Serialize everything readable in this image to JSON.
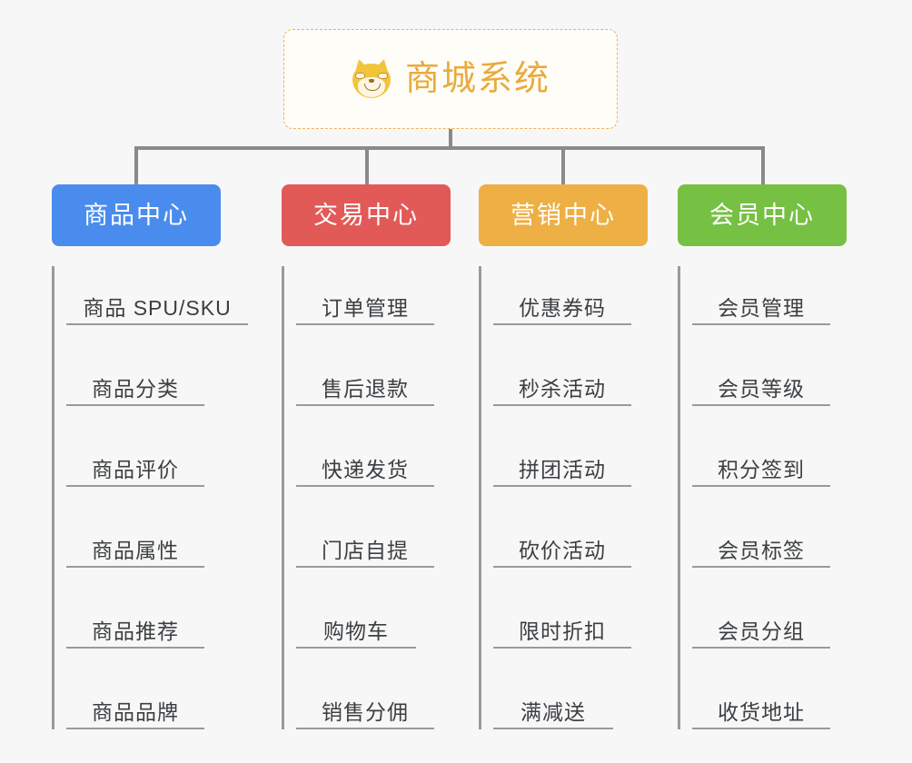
{
  "root": {
    "title": "商城系统",
    "icon": "shiba-dog-icon",
    "border_color": "#e9b35a",
    "text_color": "#e8ab3c",
    "background": "#fffdf8"
  },
  "canvas": {
    "background": "#f7f7f7",
    "connector_color": "#8a8a8a",
    "leaf_line_color": "#9a9a9a",
    "leaf_text_color": "#3c3f42"
  },
  "columns": [
    {
      "title": "商品中心",
      "color": "#4a8cee",
      "items": [
        {
          "label": "商品 SPU/SKU"
        },
        {
          "label": "商品分类"
        },
        {
          "label": "商品评价"
        },
        {
          "label": "商品属性"
        },
        {
          "label": "商品推荐"
        },
        {
          "label": "商品品牌"
        }
      ]
    },
    {
      "title": "交易中心",
      "color": "#e15a57",
      "items": [
        {
          "label": "订单管理"
        },
        {
          "label": "售后退款"
        },
        {
          "label": "快递发货"
        },
        {
          "label": "门店自提"
        },
        {
          "label": "购物车"
        },
        {
          "label": "销售分佣"
        }
      ]
    },
    {
      "title": "营销中心",
      "color": "#eeaf44",
      "items": [
        {
          "label": "优惠券码"
        },
        {
          "label": "秒杀活动"
        },
        {
          "label": "拼团活动"
        },
        {
          "label": "砍价活动"
        },
        {
          "label": "限时折扣"
        },
        {
          "label": "满减送"
        }
      ]
    },
    {
      "title": "会员中心",
      "color": "#76c043",
      "items": [
        {
          "label": "会员管理"
        },
        {
          "label": "会员等级"
        },
        {
          "label": "积分签到"
        },
        {
          "label": "会员标签"
        },
        {
          "label": "会员分组"
        },
        {
          "label": "收货地址"
        }
      ]
    }
  ]
}
